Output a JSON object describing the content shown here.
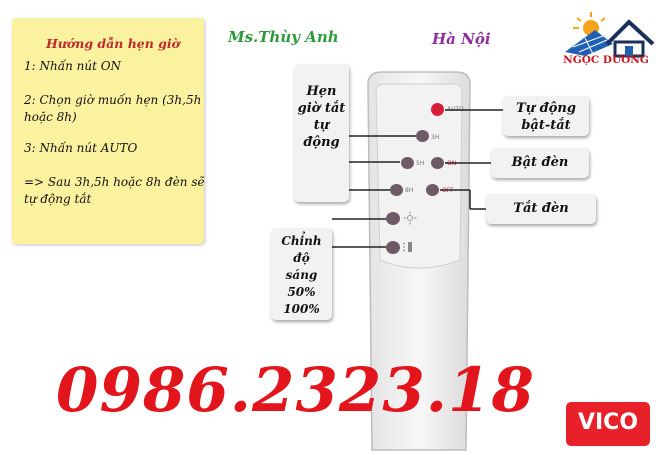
{
  "guide": {
    "title": "Hướng dẫn hẹn giờ",
    "step1": "1: Nhấn nút ON",
    "step2": "2: Chọn giờ muốn hẹn (3h,5h hoặc 8h)",
    "step3": "3: Nhấn nút AUTO",
    "step4": "=> Sau 3h,5h hoặc 8h đèn sẽ tự động tắt"
  },
  "header": {
    "person": "Ms.Thùy Anh",
    "city": "Hà Nội"
  },
  "logo": {
    "brand": "NGỌC DƯƠNG",
    "icon": "solar-house-logo"
  },
  "callouts": {
    "timer": "Hẹn giờ tắt tự động",
    "auto": "Tự động bật-tắt",
    "on": "Bật đèn",
    "off": "Tắt đèn",
    "brightness": "Chỉnh độ sáng 50% 100%"
  },
  "remote": {
    "labels": {
      "auto": "AUTO",
      "h3": "3H",
      "h5": "5H",
      "on": "ON",
      "h8": "8H",
      "off": "OFF"
    }
  },
  "phone": "0986.2323.18",
  "badge": "VICO",
  "colors": {
    "phone": "#e2141c",
    "guide_bg": "#fbf2a0",
    "badge": "#e8202a"
  }
}
